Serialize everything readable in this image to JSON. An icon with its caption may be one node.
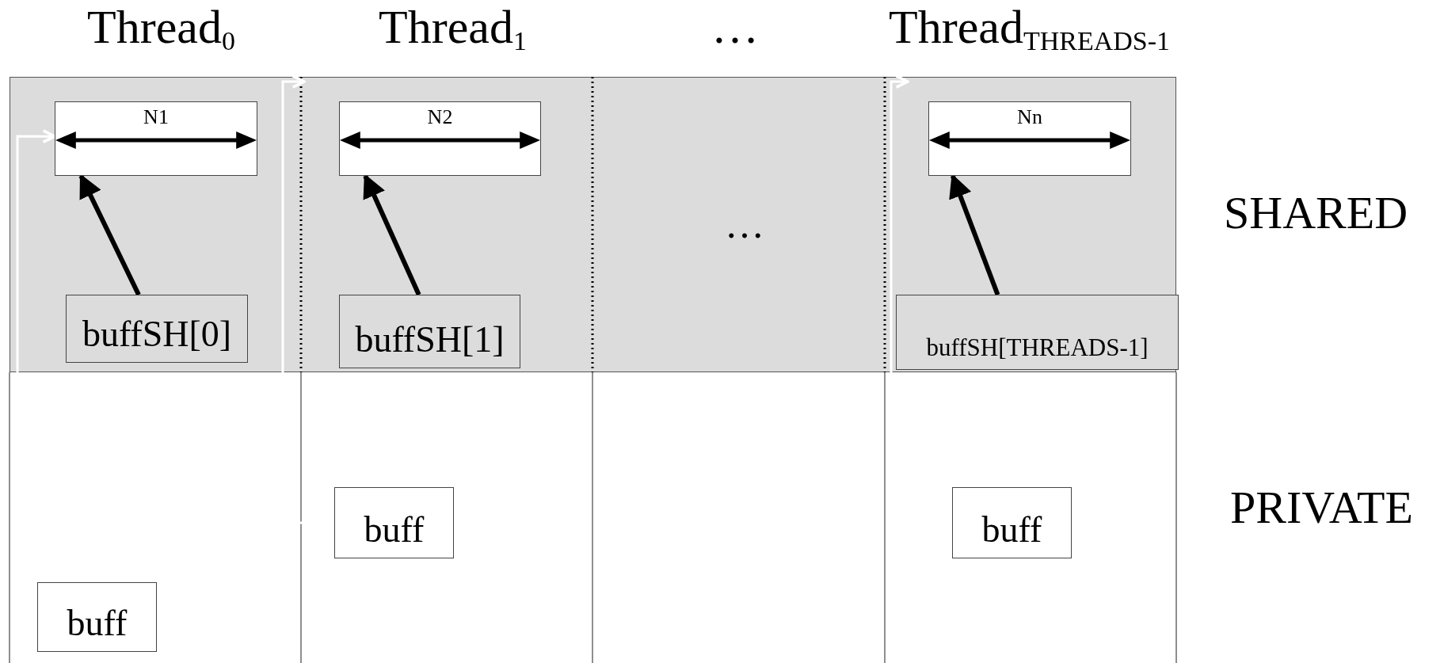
{
  "diagram": {
    "nodes": [
      {
        "text": [
          "N1"
        ]
      },
      {
        "text": [
          "buffSH[0]"
        ]
      },
      {
        "text": [
          "N2"
        ]
      },
      {
        "text": [
          "buffSH[1]"
        ]
      },
      {
        "text": [
          "Nn"
        ]
      },
      {
        "text": [
          "buffSH[THREADS-1]"
        ]
      },
      {
        "text": [
          "buff"
        ]
      },
      {
        "text": [
          "buff"
        ]
      },
      {
        "text": [
          "buff"
        ]
      }
    ],
    "edges": [
      {
        "from": 1,
        "to": 0,
        "arrow": "to",
        "style": "thick"
      },
      {
        "from": 3,
        "to": 2,
        "arrow": "to",
        "style": "thick"
      },
      {
        "from": 5,
        "to": 4,
        "arrow": "to",
        "style": "thick"
      },
      {
        "from": 8,
        "to": 0,
        "arrow": "to",
        "color": "#ffffff"
      },
      {
        "from": 6,
        "to": 2,
        "arrow": "to",
        "color": "#ffffff"
      },
      {
        "from": 7,
        "to": 4,
        "arrow": "to",
        "color": "#ffffff"
      }
    ],
    "labels": [
      "Thread$_{0}$",
      "Thread$_{1}$",
      "…",
      "Thread$_{THREADS-1}$",
      "SHARED",
      "…",
      "PRIVATE"
    ]
  }
}
